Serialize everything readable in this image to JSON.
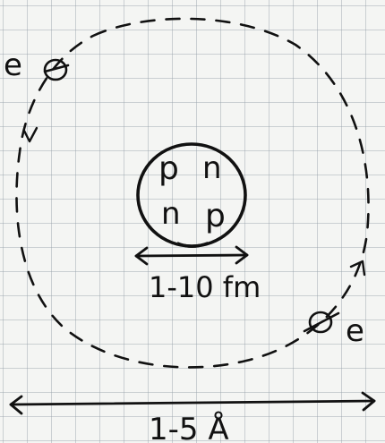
{
  "nucleus": {
    "particles": [
      "p",
      "n",
      "n",
      "p"
    ],
    "size_label": "1-10 fm"
  },
  "electrons": {
    "top_left_label": "e",
    "bottom_right_label": "e"
  },
  "atom": {
    "size_label": "1-5 Å"
  },
  "colors": {
    "ink": "#111111",
    "grid": "#9aa0aa",
    "paper": "#f4f5f3"
  }
}
